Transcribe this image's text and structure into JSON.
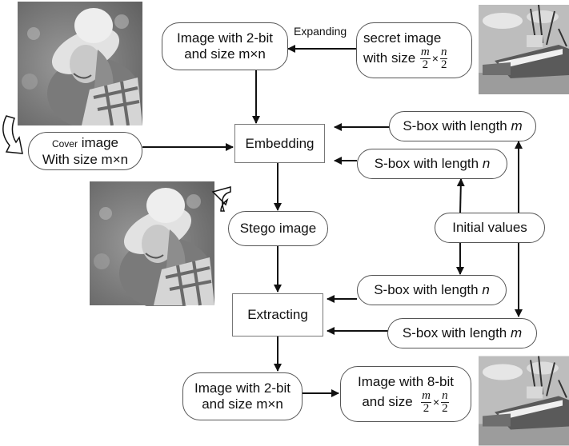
{
  "diagram": {
    "nodes": {
      "image_2bit_top": {
        "line1": "Image with 2-bit",
        "line2": "and size m×n"
      },
      "secret_image": {
        "line1": "secret image",
        "line2_prefix": "with size",
        "frac1_num": "m",
        "frac1_den": "2",
        "times": "×",
        "frac2_num": "n",
        "frac2_den": "2"
      },
      "cover_image": {
        "line1_small": "Cover",
        "line1_rest": " image",
        "line2": "With size m×n"
      },
      "embedding": {
        "label": "Embedding"
      },
      "sbox_m_top": {
        "prefix": "S-box with length ",
        "var": "m"
      },
      "sbox_n_top": {
        "prefix": "S-box with length ",
        "var": "n"
      },
      "stego_image": {
        "label": "Stego image"
      },
      "initial_values": {
        "label": "Initial values"
      },
      "sbox_n_bottom": {
        "prefix": "S-box with length ",
        "var": "n"
      },
      "extracting": {
        "label": "Extracting"
      },
      "sbox_m_bottom": {
        "prefix": "S-box with length ",
        "var": "m"
      },
      "image_2bit_bottom": {
        "line1": "Image with 2-bit",
        "line2": "and size m×n"
      },
      "image_8bit": {
        "line1": "Image with 8-bit",
        "line2_prefix": "and size",
        "frac1_num": "m",
        "frac1_den": "2",
        "times": "×",
        "frac2_num": "n",
        "frac2_den": "2"
      }
    },
    "edge_labels": {
      "expanding": "Expanding"
    },
    "images": {
      "cover_photo": "portrait-woman-hat (grayscale)",
      "stego_photo": "portrait-woman-hat (grayscale)",
      "secret_photo": "boats-harbor (grayscale)",
      "recovered_photo": "boats-harbor (grayscale)"
    },
    "colors": {
      "stroke": "#111111",
      "border": "#555555",
      "background": "#ffffff"
    }
  }
}
